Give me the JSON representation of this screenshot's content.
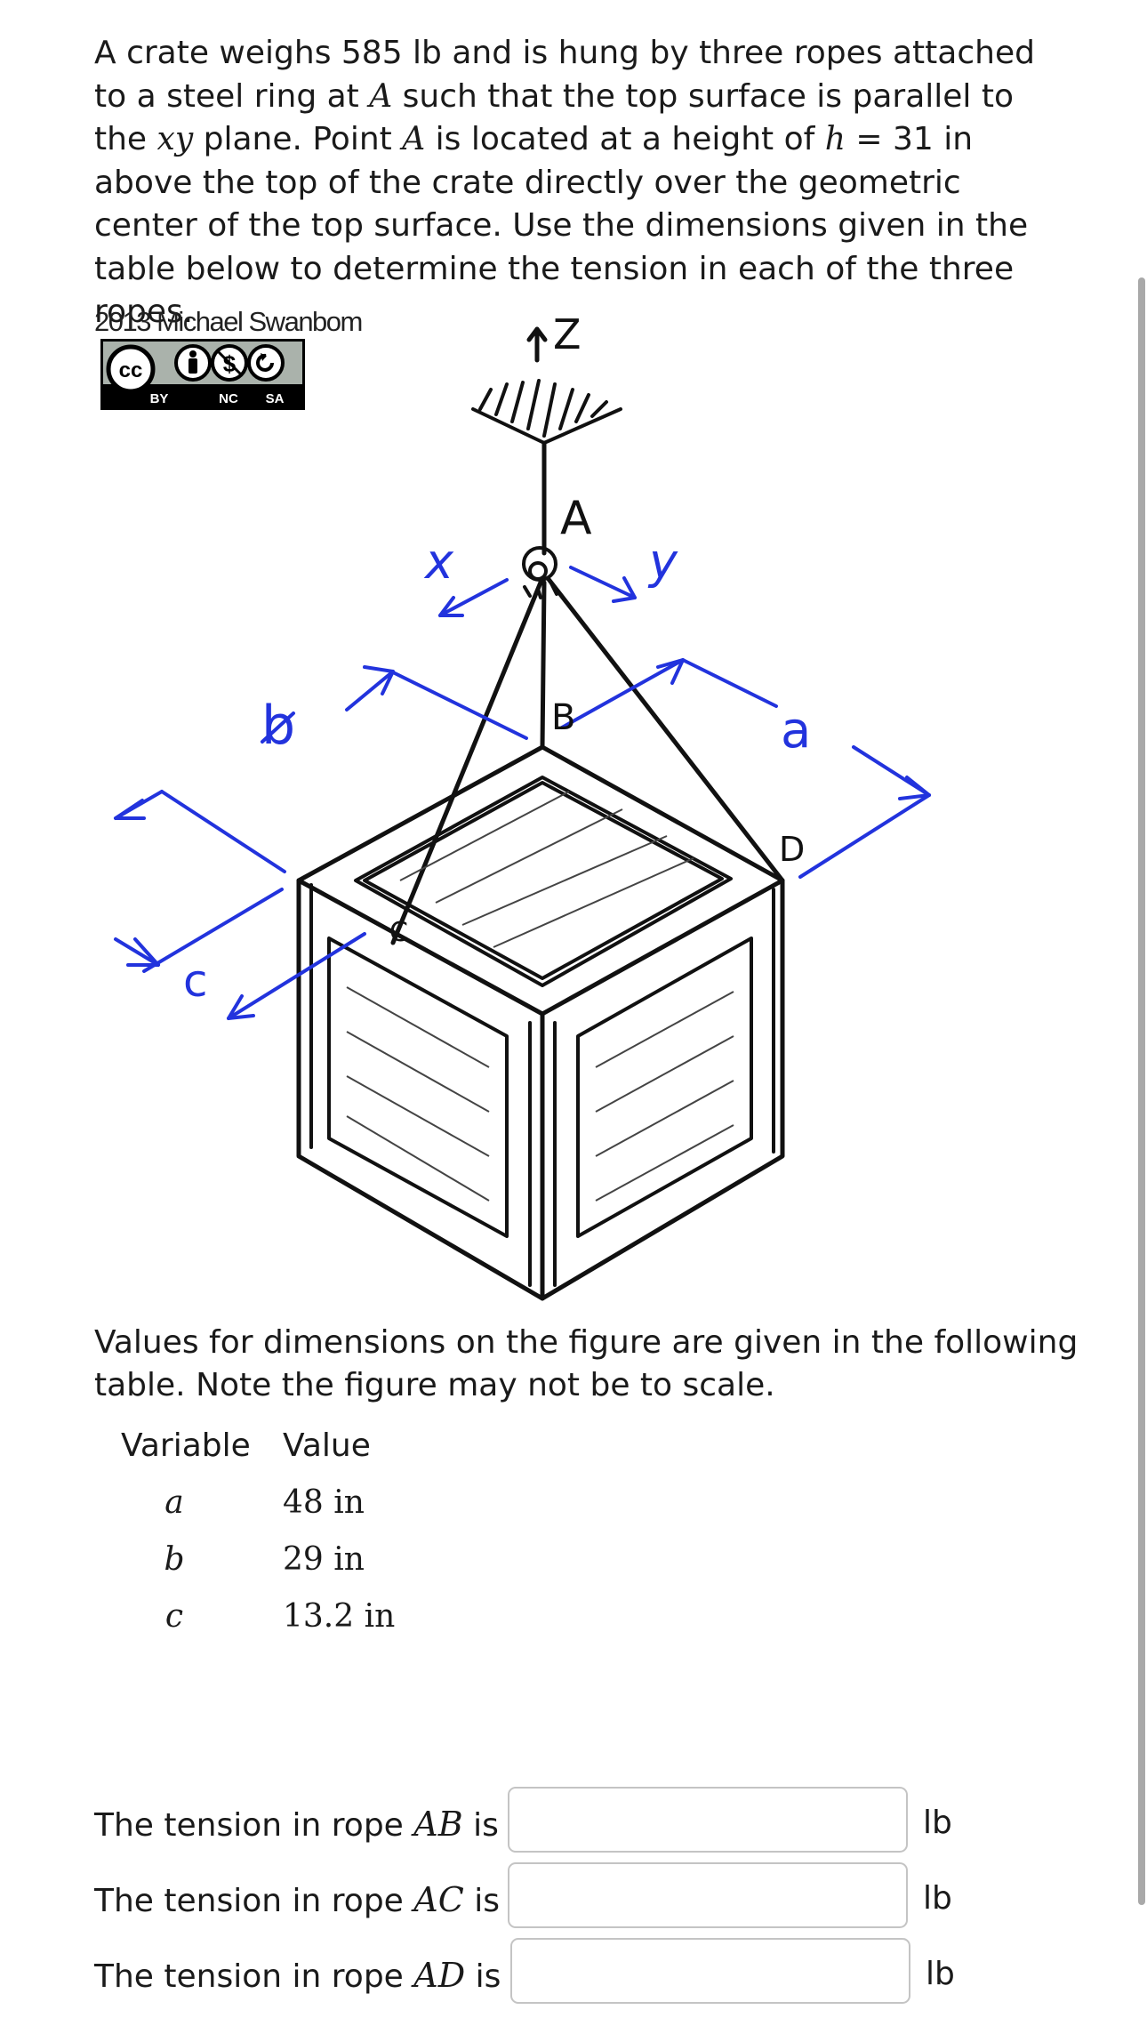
{
  "problem": {
    "intro": "A crate weighs 585 lb and is hung by three ropes attached to a steel ring at ",
    "point_a": "A",
    "mid1": " such that the top surface is parallel to the ",
    "xy": "xy",
    "mid2": " plane. Point ",
    "point_a2": "A",
    "mid3": " is located at a height of ",
    "h_symbol": "h",
    "h_value": " = 31 in above the top of the crate directly over the geometric center of the top surface. Use the dimensions given in the table below to determine the tension in each of the three ropes."
  },
  "credit": {
    "author": "2013 Michael Swanbom",
    "license_icons": [
      "cc-icon",
      "by-icon",
      "nc-icon",
      "sa-icon"
    ],
    "license_text": [
      "BY",
      "NC",
      "SA"
    ]
  },
  "figure": {
    "axis_z": "Z",
    "axis_x": "x",
    "axis_y": "y",
    "point_a": "A",
    "point_b": "B",
    "point_c": "C",
    "point_d": "D",
    "dim_a": "a",
    "dim_b": "b",
    "dim_c": "c",
    "colors": {
      "dimension": "#2233dd",
      "ink": "#111111"
    }
  },
  "note": "Values for dimensions on the figure are given in the following table. Note the figure may not be to scale.",
  "table": {
    "header_variable": "Variable",
    "header_value": "Value",
    "rows": [
      {
        "variable": "a",
        "value": "48 in"
      },
      {
        "variable": "b",
        "value": "29 in"
      },
      {
        "variable": "c",
        "value": "13.2 in"
      }
    ]
  },
  "answers": [
    {
      "prefix": "The tension in rope ",
      "rope": "AB",
      "suffix": " is",
      "value": "",
      "unit": "lb"
    },
    {
      "prefix": "The tension in rope ",
      "rope": "AC",
      "suffix": " is",
      "value": "",
      "unit": "lb"
    },
    {
      "prefix": "The tension in rope ",
      "rope": "AD",
      "suffix": " is",
      "value": "",
      "unit": "lb"
    }
  ]
}
